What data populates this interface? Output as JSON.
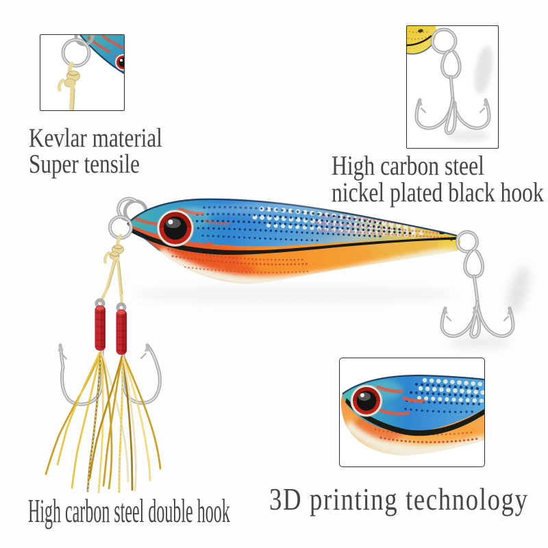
{
  "page": {
    "background": "#fdfdfd"
  },
  "captions": {
    "kevlar": {
      "line1": "Kevlar material",
      "line2": "Super tensile"
    },
    "hook": {
      "line1": "High carbon steel",
      "line2": "nickel plated black hook"
    },
    "double_hook": {
      "line1": "High carbon steel double hook"
    },
    "printing": {
      "line1": "3D printing technology"
    }
  },
  "colors": {
    "text_color": "#454545",
    "body_blue": "#2f86d2",
    "head_teal": "#48b8ae",
    "belly_orange": "#f08030",
    "tail_yellow": "#e8c83a",
    "line_black": "#1b1b16",
    "eye_red": "#c32015",
    "thread_red": "#c1272d",
    "kevlar_cord": "#e9d89c",
    "tinsel_gold": "#d8a51e",
    "hook_silver": "#ababab"
  }
}
